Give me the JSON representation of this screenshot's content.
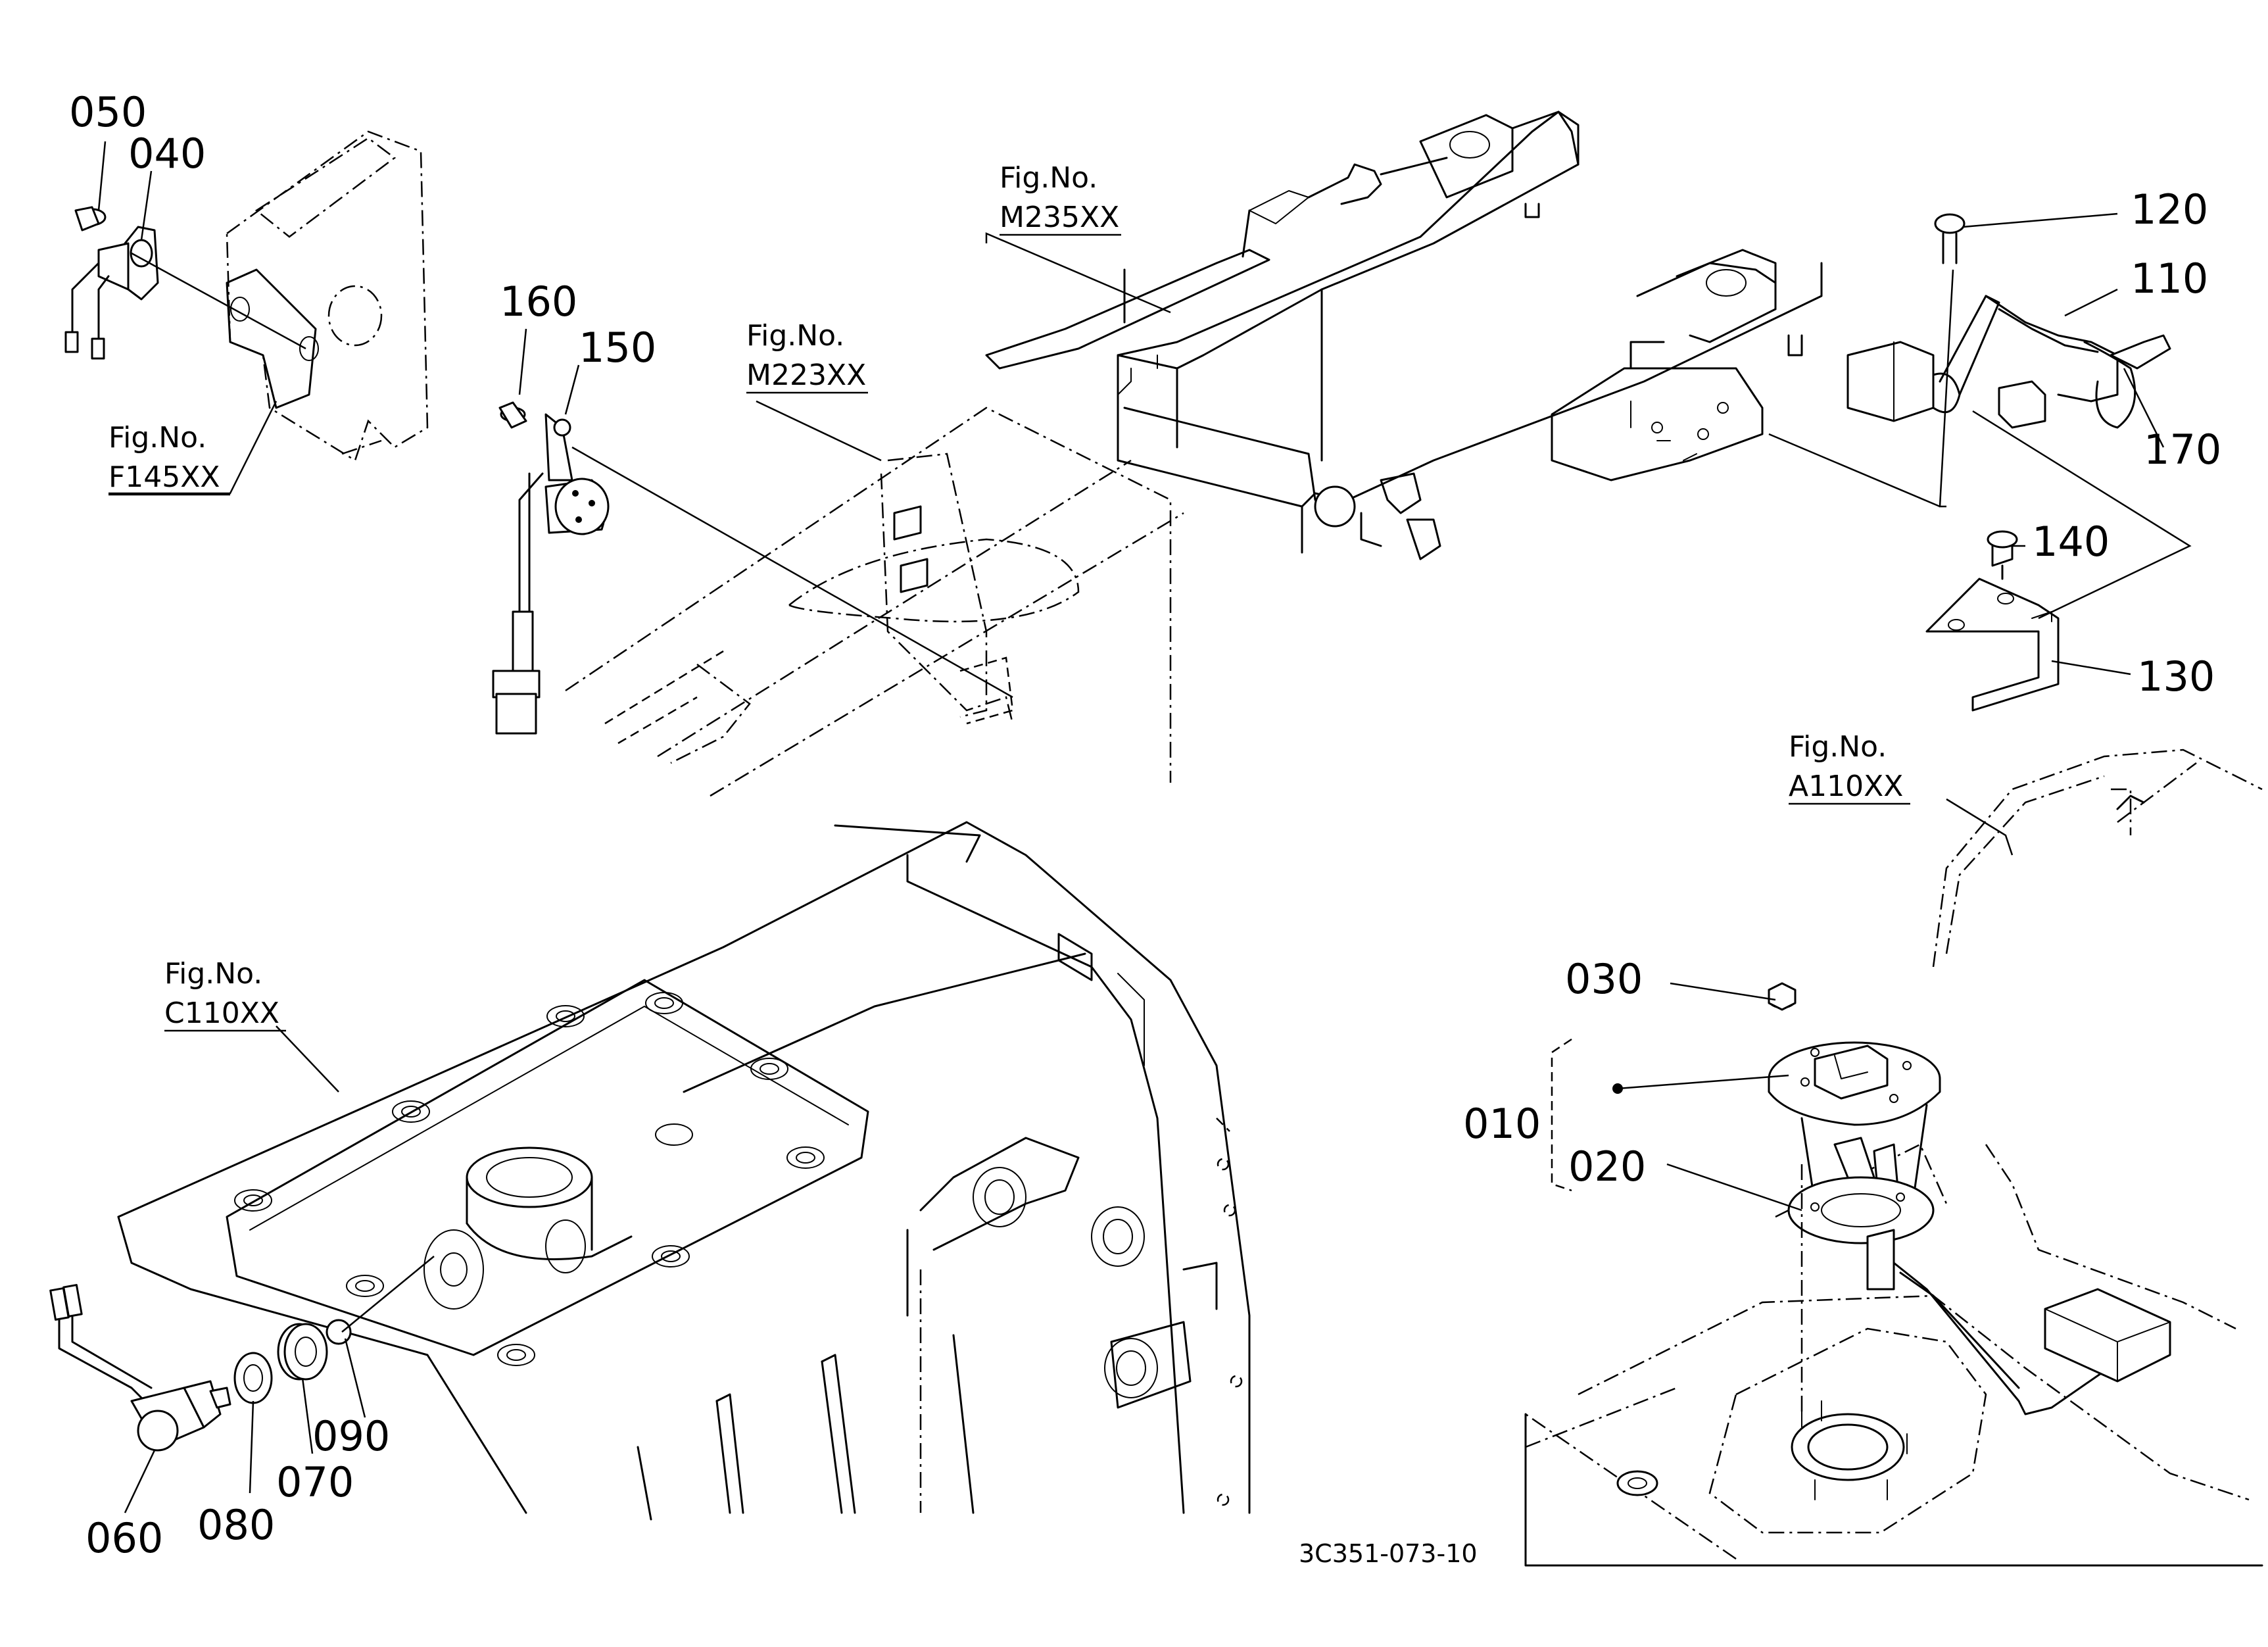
{
  "diagram": {
    "drawing_code": "3C351-073-10",
    "part_numbers": {
      "p010": "010",
      "p020": "020",
      "p030": "030",
      "p040": "040",
      "p050": "050",
      "p060": "060",
      "p070": "070",
      "p080": "080",
      "p090": "090",
      "p110": "110",
      "p120": "120",
      "p130": "130",
      "p140": "140",
      "p150": "150",
      "p160": "160",
      "p170": "170"
    },
    "figure_refs": {
      "f145": {
        "label": "Fig.No.",
        "code": "F145XX"
      },
      "m223": {
        "label": "Fig.No.",
        "code": "M223XX"
      },
      "m235": {
        "label": "Fig.No.",
        "code": "M235XX"
      },
      "c110": {
        "label": "Fig.No.",
        "code": "C110XX"
      },
      "a110": {
        "label": "Fig.No.",
        "code": "A110XX"
      }
    }
  }
}
